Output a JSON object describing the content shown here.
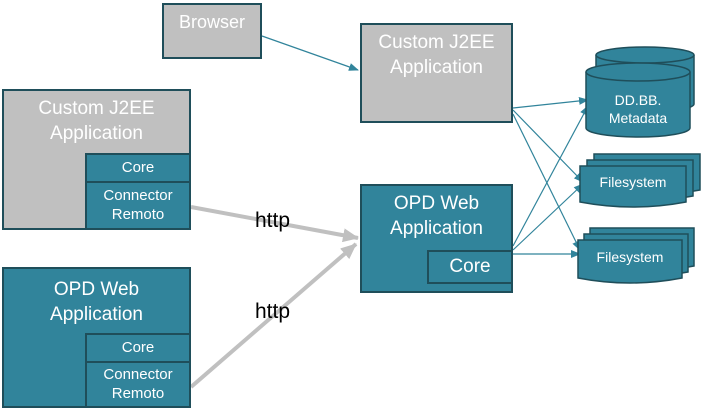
{
  "nodes": {
    "browser": "Browser",
    "custom_app_top": "Custom J2EE\nApplication",
    "custom_app_left": "Custom J2EE\nApplication",
    "custom_app_left_core": "Core",
    "custom_app_left_connector": "Connector\nRemoto",
    "opd_left": "OPD Web\nApplication",
    "opd_left_core": "Core",
    "opd_left_connector": "Connector\nRemoto",
    "opd_center": "OPD Web\nApplication",
    "opd_center_core": "Core",
    "database": "DD.BB.\nMetadata",
    "filesystem_1": "Filesystem",
    "filesystem_2": "Filesystem"
  },
  "edges": {
    "http_1": "http",
    "http_2": "http"
  },
  "colors": {
    "teal": "#31849b",
    "grey": "#c0c0c0",
    "border": "#1f4e5a",
    "arrow_teal": "#31849b",
    "arrow_grey": "#c0c0c0"
  }
}
